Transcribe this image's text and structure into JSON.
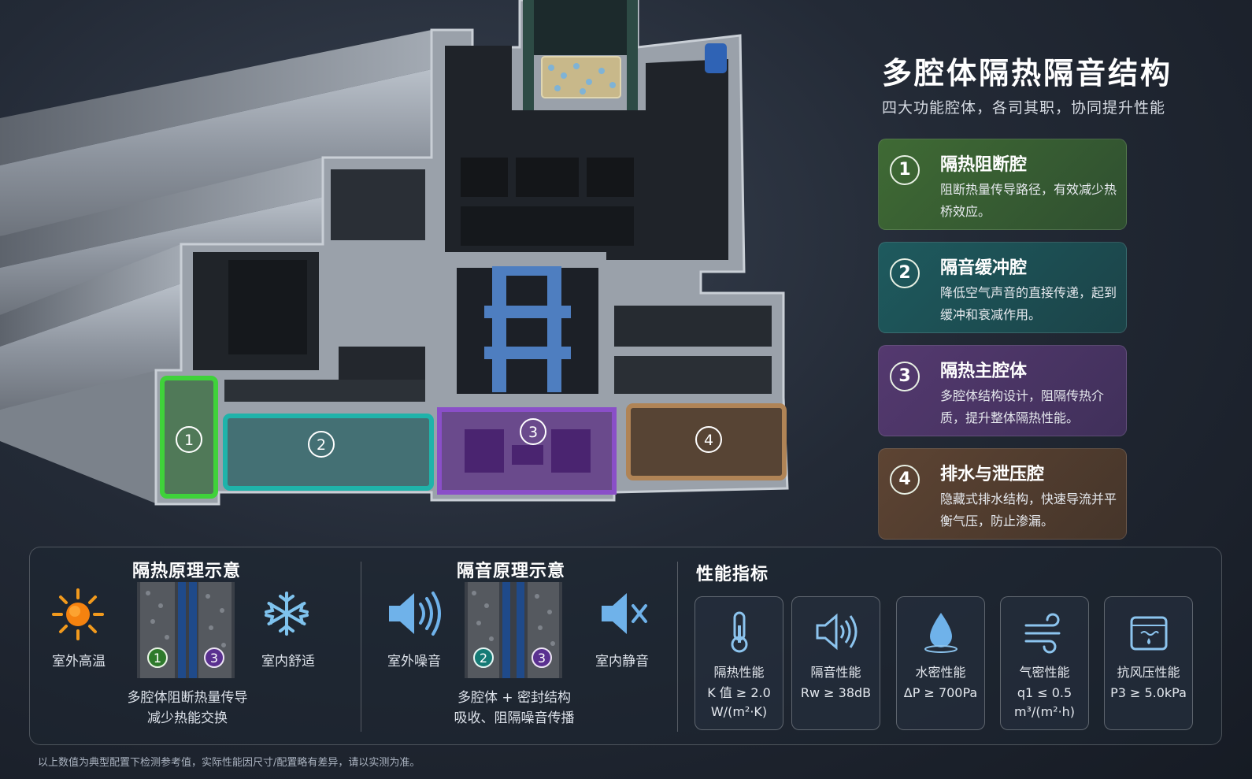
{
  "header": {
    "title": "多腔体隔热隔音结构",
    "subtitle": "四大功能腔体，各司其职，协同提升性能"
  },
  "chambers": [
    {
      "num": "1",
      "title": "隔热阻断腔",
      "desc": "阻断热量传导路径，有效减少热桥效应。",
      "color": "#3fa53a"
    },
    {
      "num": "2",
      "title": "隔音缓冲腔",
      "desc": "降低空气声音的直接传递，起到缓冲和衰减作用。",
      "color": "#1f9f98"
    },
    {
      "num": "3",
      "title": "隔热主腔体",
      "desc": "多腔体结构设计，阻隔传热介质，提升整体隔热性能。",
      "color": "#6d3f9a"
    },
    {
      "num": "4",
      "title": "排水与泄压腔",
      "desc": "隐藏式排水结构，快速导流并平衡气压，防止渗漏。",
      "color": "#8a6440"
    }
  ],
  "thermal": {
    "title": "隔热原理示意",
    "outside": "室外高温",
    "inside": "室内舒适",
    "badge_a": "1",
    "badge_b": "3",
    "caption_line1": "多腔体阻断热量传导",
    "caption_line2": "减少热能交换"
  },
  "acoustic": {
    "title": "隔音原理示意",
    "outside": "室外噪音",
    "inside": "室内静音",
    "badge_a": "2",
    "badge_b": "3",
    "caption_line1": "多腔体 + 密封结构",
    "caption_line2": "吸收、阻隔噪音传播"
  },
  "performance": {
    "title": "性能指标",
    "metrics": [
      {
        "icon": "thermometer-icon",
        "name": "隔热性能",
        "line1": "K 值 ≥ 2.0",
        "line2": "W/(m²·K)"
      },
      {
        "icon": "speaker-icon",
        "name": "隔音性能",
        "line1": "Rw ≥ 38dB",
        "line2": ""
      },
      {
        "icon": "water-drop-icon",
        "name": "水密性能",
        "line1": "ΔP ≥ 700Pa",
        "line2": ""
      },
      {
        "icon": "wind-icon",
        "name": "气密性能",
        "line1": "q1 ≤ 0.5",
        "line2": "m³/(m²·h)"
      },
      {
        "icon": "window-pressure-icon",
        "name": "抗风压性能",
        "line1": "P3 ≥ 5.0kPa",
        "line2": ""
      }
    ]
  },
  "footnote": "以上数值为典型配置下检测参考值，实际性能因尺寸/配置略有差异，请以实测为准。"
}
